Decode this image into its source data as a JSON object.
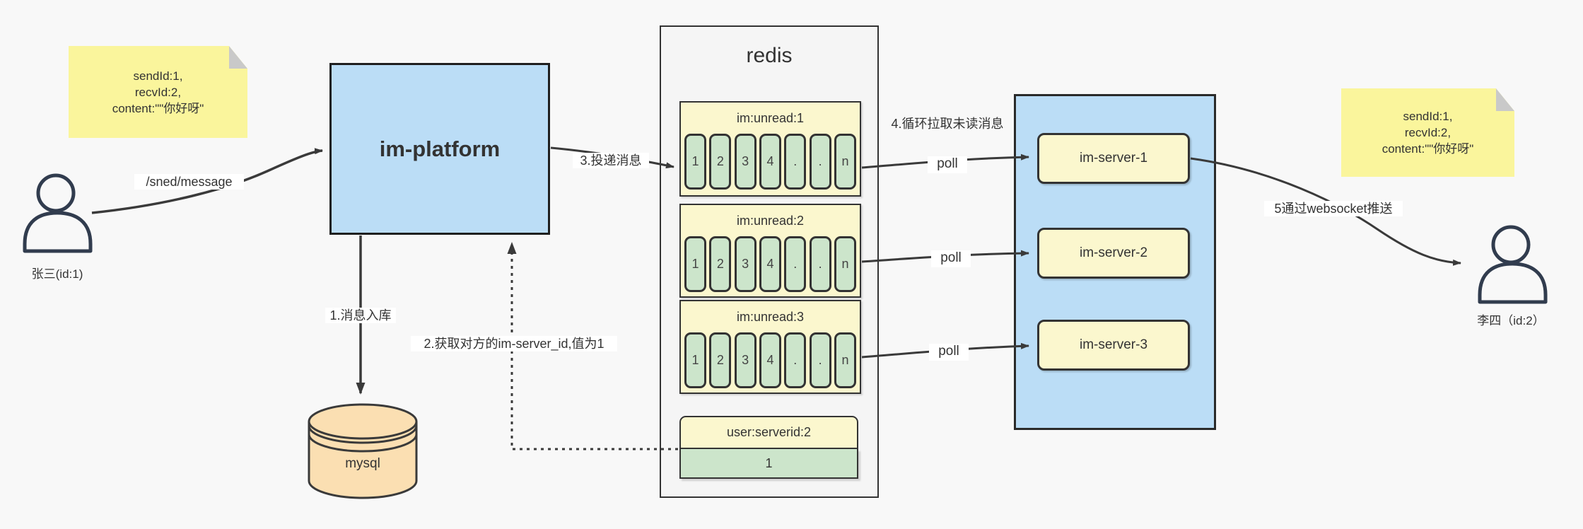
{
  "diagram": {
    "sticky_left": {
      "lines": [
        "sendId:1,",
        "recvId:2,",
        "content:\"\"你好呀\""
      ]
    },
    "sticky_right": {
      "lines": [
        "sendId:1,",
        "recvId:2,",
        "content:\"\"你好呀\""
      ]
    },
    "sender": {
      "label": "张三(id:1)"
    },
    "receiver": {
      "label": "李四（id:2）"
    },
    "platform": {
      "label": "im-platform"
    },
    "database": {
      "label": "mysql"
    },
    "redis": {
      "title": "redis",
      "queues": [
        {
          "header": "im:unread:1",
          "cells": [
            "1",
            "2",
            "3",
            "4",
            ".",
            ".",
            "n"
          ]
        },
        {
          "header": "im:unread:2",
          "cells": [
            "1",
            "2",
            "3",
            "4",
            ".",
            ".",
            "n"
          ]
        },
        {
          "header": "im:unread:3",
          "cells": [
            "1",
            "2",
            "3",
            "4",
            ".",
            ".",
            "n"
          ]
        }
      ],
      "mapping": {
        "header": "user:serverid:2",
        "value": "1"
      }
    },
    "cluster": {
      "servers": [
        {
          "label": "im-server-1"
        },
        {
          "label": "im-server-2"
        },
        {
          "label": "im-server-3"
        }
      ]
    },
    "edges": {
      "send_api": "/sned/message",
      "step1": "1.消息入库",
      "step2": "2.获取对方的im-server_id,值为1",
      "step3": "3.投递消息",
      "step4": "4.循环拉取未读消息",
      "step5": "5通过websocket推送",
      "poll": [
        "poll",
        "poll",
        "poll"
      ]
    },
    "colors": {
      "canvas_bg": "#f8f8f8",
      "node_blue": "#bbddf6",
      "sticky_yellow": "#faf59c",
      "pale_yellow": "#fbf7ce",
      "cell_green": "#cce5cb",
      "db_tan": "#fbdfb2",
      "container_gray": "#f5f5f5",
      "stroke_dark": "#3a3a3a"
    }
  }
}
